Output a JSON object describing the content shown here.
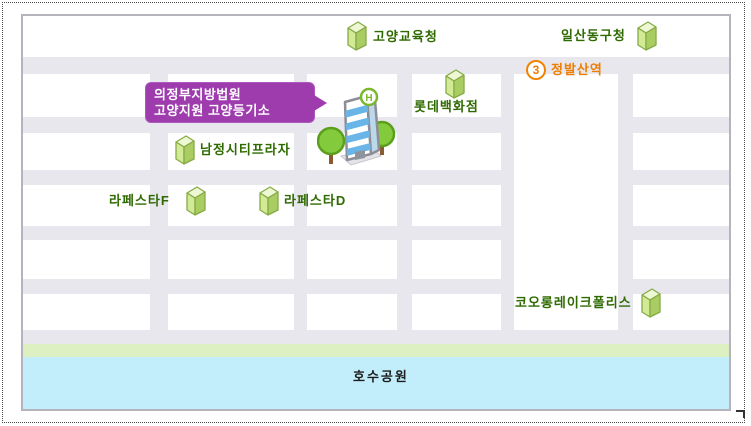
{
  "map": {
    "colors": {
      "road": "#e8e7ed",
      "block": "#ffffff",
      "map_border": "#b5b4bc",
      "park_strip": "#ddf0c2",
      "water": "#c2edfb",
      "place_text": "#2e6a00",
      "station_orange": "#ee7d00",
      "callout_purple": "#9e3cae",
      "icon_green_light": "#d2e996",
      "icon_green_dark": "#a9cd62",
      "building_blue": "#69b5e7",
      "tree_green": "#84ca3d"
    },
    "callout": {
      "line1": "의정부지방법원",
      "line2": "고양지원 고양등기소"
    },
    "station": {
      "line": "3",
      "name": "정발산역"
    },
    "places": [
      {
        "label": "고양교육청",
        "icon": "green-box-icon"
      },
      {
        "label": "일산동구청",
        "icon": "green-box-icon"
      },
      {
        "label": "롯데백화점",
        "icon": "green-box-icon"
      },
      {
        "label": "남정시티프라자",
        "icon": "green-box-icon"
      },
      {
        "label": "라페스타F",
        "icon": "green-box-icon"
      },
      {
        "label": "라페스타D",
        "icon": "green-box-icon"
      },
      {
        "label": "코오롱레이크폴리스",
        "icon": "green-box-icon"
      }
    ],
    "water_label": "호수공원"
  }
}
